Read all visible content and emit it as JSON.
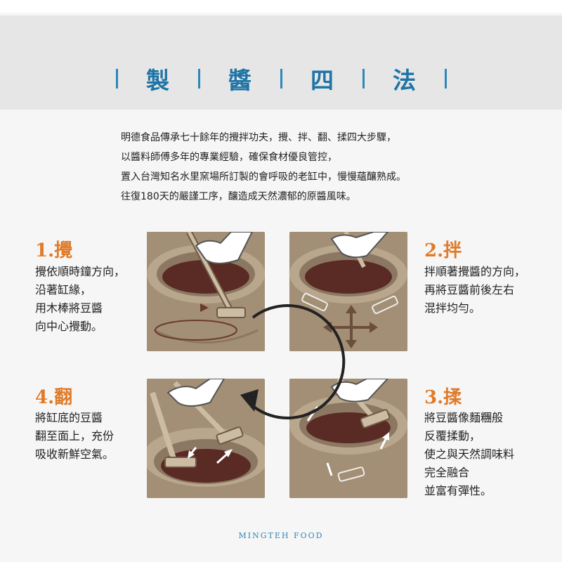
{
  "title": {
    "chars": [
      "製",
      "醬",
      "四",
      "法"
    ]
  },
  "intro": {
    "lines": [
      "明德食品傳承七十餘年的攪拌功夫，攪、拌、翻、揉四大步驟，",
      "以醬料師傅多年的專業經驗，確保食材優良管控，",
      "置入台灣知名水里窯場所訂製的會呼吸的老缸中，慢慢蘊釀熟成。",
      "往復180天的嚴謹工序，釀造成天然濃郁的原醬風味。"
    ]
  },
  "steps": [
    {
      "title": "1.攪",
      "lines": [
        "攪依順時鐘方向，",
        "沿著缸緣，",
        "用木棒將豆醬",
        "向中心攪動。"
      ]
    },
    {
      "title": "2.拌",
      "lines": [
        "拌順著攪醬的方向，",
        "再將豆醬前後左右",
        "混拌均勻。"
      ]
    },
    {
      "title": "3.揉",
      "lines": [
        "將豆醬像麵糰般",
        "反覆揉動，",
        "使之與天然調味料",
        "完全融合",
        "並富有彈性。"
      ]
    },
    {
      "title": "4.翻",
      "lines": [
        "將缸底的豆醬",
        "翻至面上，充份",
        "吸收新鮮空氣。"
      ]
    }
  ],
  "footer": "MINGTEH FOOD",
  "colors": {
    "accent_blue": "#1f74a6",
    "accent_orange": "#e07b2a",
    "jar": "#a28f76",
    "sauce": "#5a2a24"
  }
}
